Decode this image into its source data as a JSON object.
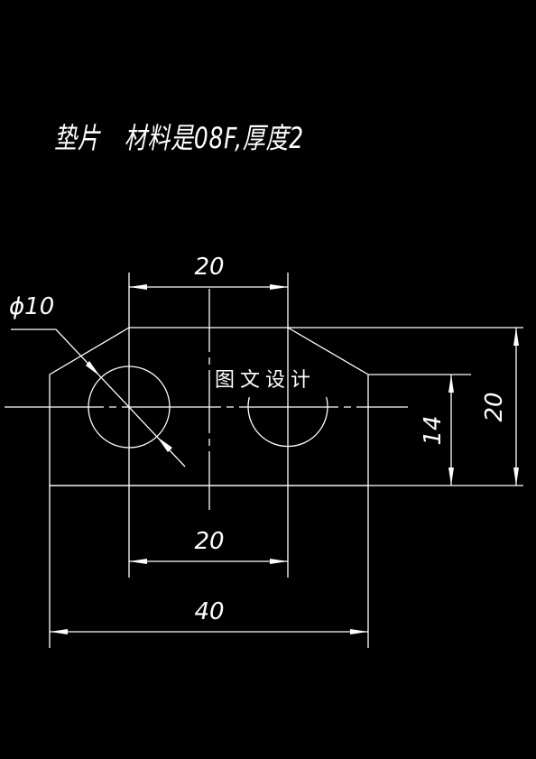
{
  "title": "垫片   材料是08F,厚度2",
  "colors": {
    "background": "#000000",
    "line": "#ffffff"
  },
  "dimensions": {
    "top_width": "20",
    "diameter": "ϕ10",
    "hole_spacing": "20",
    "total_width": "40",
    "total_height": "20",
    "step_height": "14"
  },
  "watermark": "图文设计"
}
